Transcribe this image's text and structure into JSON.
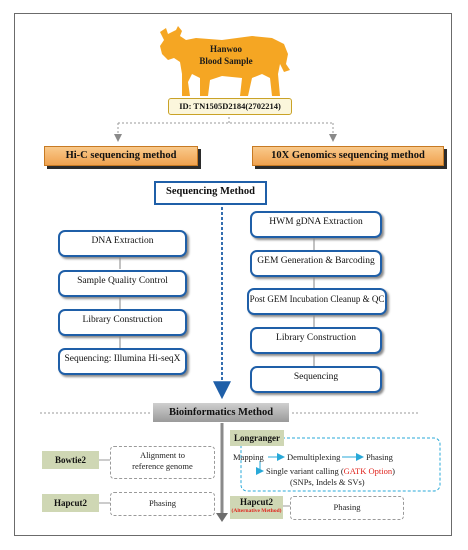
{
  "sample": {
    "cow_line1": "Hanwoo",
    "cow_line2": "Blood Sample",
    "id_label": "ID: TN1505D2184(2702214)",
    "cow_color": "#f5a623"
  },
  "methods": {
    "hic": "Hi-C sequencing method",
    "tenx": "10X Genomics sequencing method"
  },
  "sequencing": {
    "title": "Sequencing Method",
    "hic_steps": [
      "DNA Extraction",
      "Sample Quality Control",
      "Library Construction",
      "Sequencing: Illumina Hi-seqX"
    ],
    "tenx_steps": [
      "HWM gDNA Extraction",
      "GEM Generation & Barcoding",
      "Post GEM Incubation Cleanup & QC",
      "Library Construction",
      "Sequencing"
    ]
  },
  "bioinformatics": {
    "title": "Bioinformatics Method",
    "bowtie2": {
      "tool": "Bowtie2",
      "desc_line1": "Alignment to",
      "desc_line2": "reference genome"
    },
    "hapcut2_left": {
      "tool": "Hapcut2",
      "desc": "Phasing"
    },
    "longranger": {
      "tool": "Longranger",
      "mapping": "Mapping",
      "demux": "Demultiplexing",
      "phasing": "Phasing",
      "variant_calling": "Single variant calling (",
      "gatk": "GATK Option",
      "variant_close": ")",
      "variant_types": "(SNPs, Indels & SVs)"
    },
    "hapcut2_right": {
      "tool": "Hapcut2",
      "alt": "(Alternative Method)",
      "desc": "Phasing"
    }
  },
  "colors": {
    "accent_blue": "#1f5fa8",
    "method_orange": "#f0a24f",
    "tool_green": "#cfd7b4",
    "gatk_red": "#e0231c",
    "cyan_arrow": "#29a9d8"
  }
}
